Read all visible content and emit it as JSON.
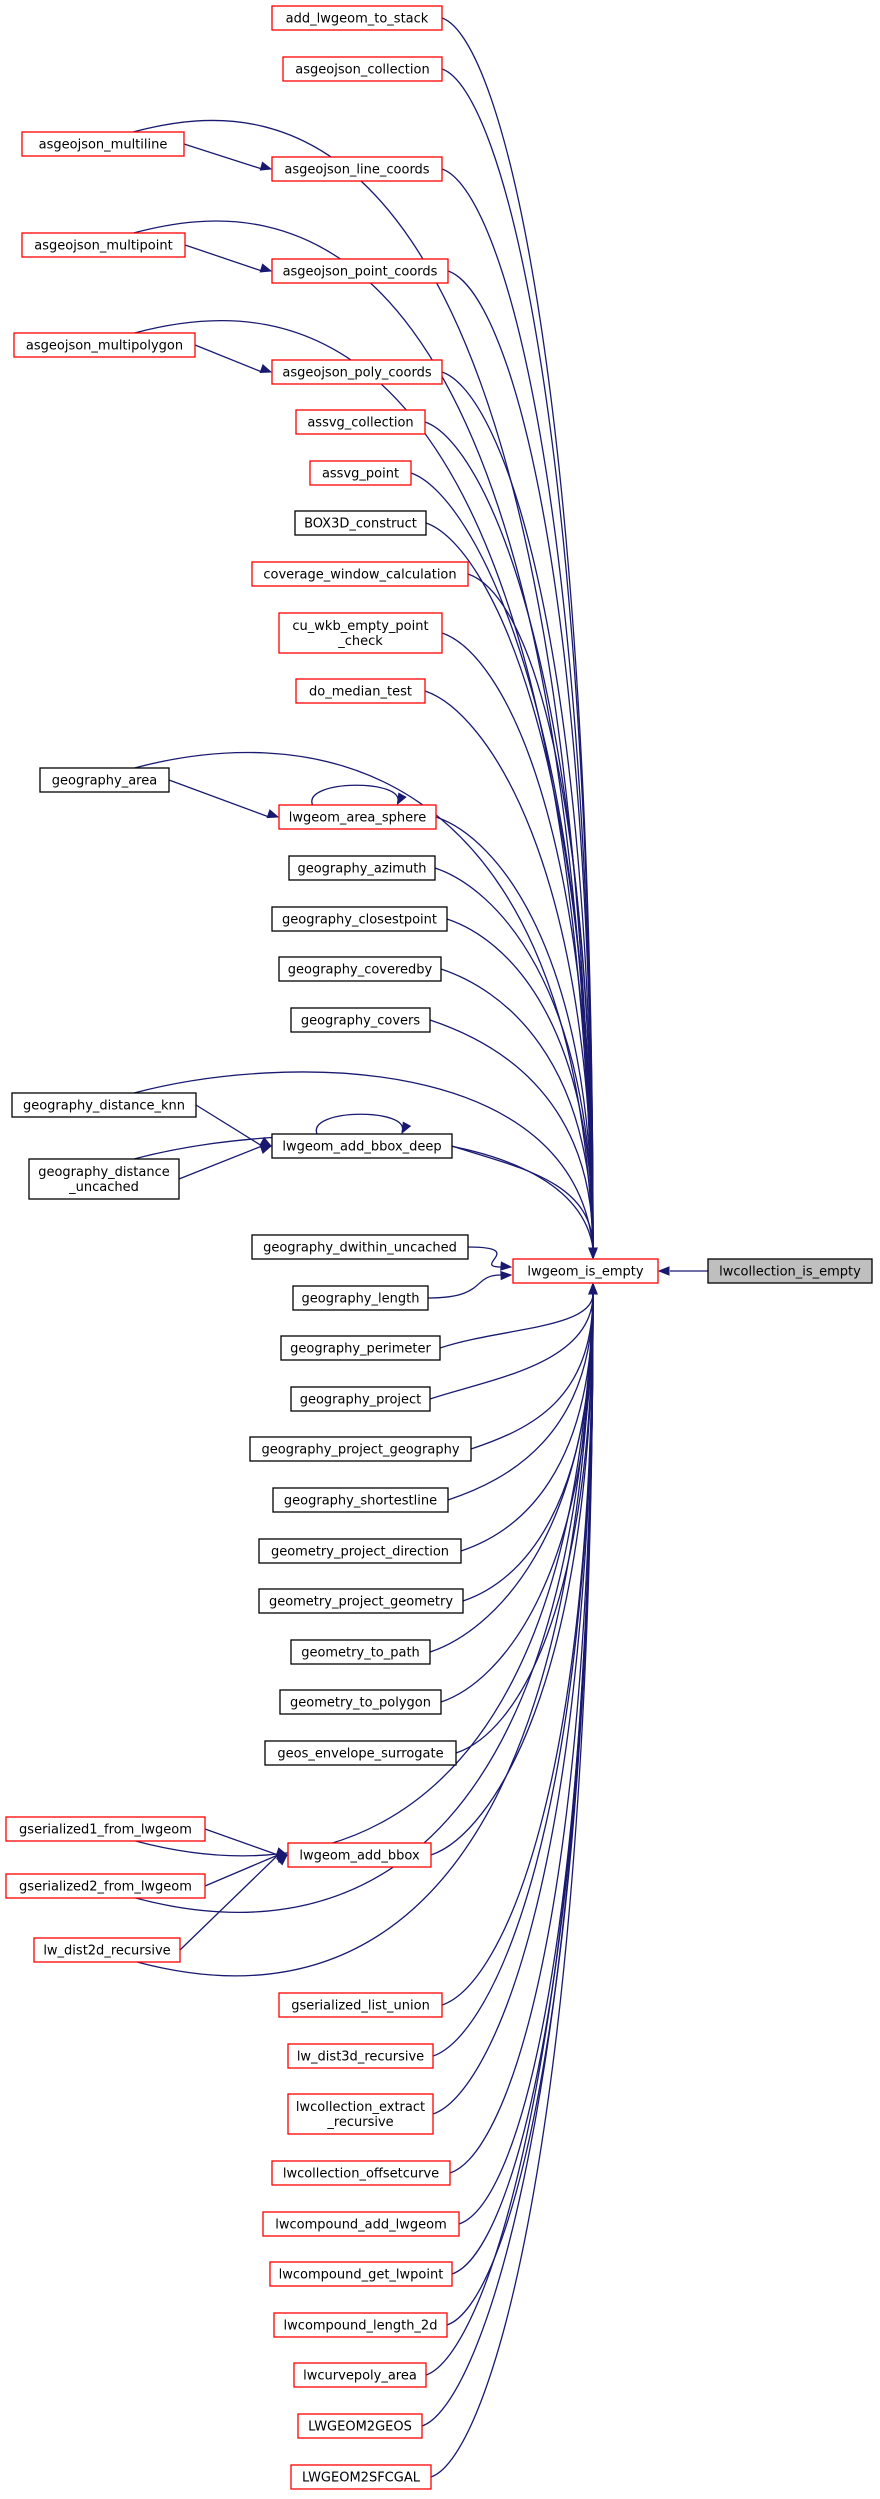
{
  "graph": {
    "focus": "lwcollection_is_empty",
    "hub": "lwgeom_is_empty",
    "colors": {
      "edge": "#191970",
      "documented_border": "#ff0000",
      "undocumented_border": "#000000",
      "focus_fill": "#bfbfbf"
    },
    "nodes": {
      "add_lwgeom_to_stack": {
        "lines": [
          "add_lwgeom_to_stack"
        ],
        "border": "red"
      },
      "asgeojson_collection": {
        "lines": [
          "asgeojson_collection"
        ],
        "border": "red"
      },
      "asgeojson_multiline": {
        "lines": [
          "asgeojson_multiline"
        ],
        "border": "red"
      },
      "asgeojson_line_coords": {
        "lines": [
          "asgeojson_line_coords"
        ],
        "border": "red"
      },
      "asgeojson_multipoint": {
        "lines": [
          "asgeojson_multipoint"
        ],
        "border": "red"
      },
      "asgeojson_point_coords": {
        "lines": [
          "asgeojson_point_coords"
        ],
        "border": "red"
      },
      "asgeojson_multipolygon": {
        "lines": [
          "asgeojson_multipolygon"
        ],
        "border": "red"
      },
      "asgeojson_poly_coords": {
        "lines": [
          "asgeojson_poly_coords"
        ],
        "border": "red"
      },
      "assvg_collection": {
        "lines": [
          "assvg_collection"
        ],
        "border": "red"
      },
      "assvg_point": {
        "lines": [
          "assvg_point"
        ],
        "border": "red"
      },
      "BOX3D_construct": {
        "lines": [
          "BOX3D_construct"
        ],
        "border": "black"
      },
      "coverage_window_calculation": {
        "lines": [
          "coverage_window_calculation"
        ],
        "border": "red"
      },
      "cu_wkb_empty_point_check": {
        "lines": [
          "cu_wkb_empty_point",
          "_check"
        ],
        "border": "red"
      },
      "do_median_test": {
        "lines": [
          "do_median_test"
        ],
        "border": "red"
      },
      "geography_area": {
        "lines": [
          "geography_area"
        ],
        "border": "black"
      },
      "lwgeom_area_sphere": {
        "lines": [
          "lwgeom_area_sphere"
        ],
        "border": "red"
      },
      "geography_azimuth": {
        "lines": [
          "geography_azimuth"
        ],
        "border": "black"
      },
      "geography_closestpoint": {
        "lines": [
          "geography_closestpoint"
        ],
        "border": "black"
      },
      "geography_coveredby": {
        "lines": [
          "geography_coveredby"
        ],
        "border": "black"
      },
      "geography_covers": {
        "lines": [
          "geography_covers"
        ],
        "border": "black"
      },
      "geography_distance_knn": {
        "lines": [
          "geography_distance_knn"
        ],
        "border": "black"
      },
      "lwgeom_add_bbox_deep": {
        "lines": [
          "lwgeom_add_bbox_deep"
        ],
        "border": "black"
      },
      "geography_distance_uncached": {
        "lines": [
          "geography_distance",
          "_uncached"
        ],
        "border": "black"
      },
      "geography_dwithin_uncached": {
        "lines": [
          "geography_dwithin_uncached"
        ],
        "border": "black"
      },
      "lwgeom_is_empty": {
        "lines": [
          "lwgeom_is_empty"
        ],
        "border": "red"
      },
      "lwcollection_is_empty": {
        "lines": [
          "lwcollection_is_empty"
        ],
        "border": "focus"
      },
      "geography_length": {
        "lines": [
          "geography_length"
        ],
        "border": "black"
      },
      "geography_perimeter": {
        "lines": [
          "geography_perimeter"
        ],
        "border": "black"
      },
      "geography_project": {
        "lines": [
          "geography_project"
        ],
        "border": "black"
      },
      "geography_project_geography": {
        "lines": [
          "geography_project_geography"
        ],
        "border": "black"
      },
      "geography_shortestline": {
        "lines": [
          "geography_shortestline"
        ],
        "border": "black"
      },
      "geometry_project_direction": {
        "lines": [
          "geometry_project_direction"
        ],
        "border": "black"
      },
      "geometry_project_geometry": {
        "lines": [
          "geometry_project_geometry"
        ],
        "border": "black"
      },
      "geometry_to_path": {
        "lines": [
          "geometry_to_path"
        ],
        "border": "black"
      },
      "geometry_to_polygon": {
        "lines": [
          "geometry_to_polygon"
        ],
        "border": "black"
      },
      "geos_envelope_surrogate": {
        "lines": [
          "geos_envelope_surrogate"
        ],
        "border": "black"
      },
      "gserialized1_from_lwgeom": {
        "lines": [
          "gserialized1_from_lwgeom"
        ],
        "border": "red"
      },
      "lwgeom_add_bbox": {
        "lines": [
          "lwgeom_add_bbox"
        ],
        "border": "red"
      },
      "gserialized2_from_lwgeom": {
        "lines": [
          "gserialized2_from_lwgeom"
        ],
        "border": "red"
      },
      "lw_dist2d_recursive": {
        "lines": [
          "lw_dist2d_recursive"
        ],
        "border": "red"
      },
      "gserialized_list_union": {
        "lines": [
          "gserialized_list_union"
        ],
        "border": "red"
      },
      "lw_dist3d_recursive": {
        "lines": [
          "lw_dist3d_recursive"
        ],
        "border": "red"
      },
      "lwcollection_extract_recursive": {
        "lines": [
          "lwcollection_extract",
          "_recursive"
        ],
        "border": "red"
      },
      "lwcollection_offsetcurve": {
        "lines": [
          "lwcollection_offsetcurve"
        ],
        "border": "red"
      },
      "lwcompound_add_lwgeom": {
        "lines": [
          "lwcompound_add_lwgeom"
        ],
        "border": "red"
      },
      "lwcompound_get_lwpoint": {
        "lines": [
          "lwcompound_get_lwpoint"
        ],
        "border": "red"
      },
      "lwcompound_length_2d": {
        "lines": [
          "lwcompound_length_2d"
        ],
        "border": "red"
      },
      "lwcurvepoly_area": {
        "lines": [
          "lwcurvepoly_area"
        ],
        "border": "red"
      },
      "LWGEOM2GEOS": {
        "lines": [
          "LWGEOM2GEOS"
        ],
        "border": "red"
      },
      "LWGEOM2SFCGAL": {
        "lines": [
          "LWGEOM2SFCGAL"
        ],
        "border": "red"
      }
    },
    "edges": [
      [
        "lwgeom_is_empty",
        "lwcollection_is_empty"
      ],
      [
        "add_lwgeom_to_stack",
        "lwgeom_is_empty"
      ],
      [
        "asgeojson_collection",
        "lwgeom_is_empty"
      ],
      [
        "asgeojson_multiline",
        "lwgeom_is_empty"
      ],
      [
        "asgeojson_multiline",
        "asgeojson_line_coords"
      ],
      [
        "asgeojson_line_coords",
        "lwgeom_is_empty"
      ],
      [
        "asgeojson_multipoint",
        "lwgeom_is_empty"
      ],
      [
        "asgeojson_multipoint",
        "asgeojson_point_coords"
      ],
      [
        "asgeojson_point_coords",
        "lwgeom_is_empty"
      ],
      [
        "asgeojson_multipolygon",
        "lwgeom_is_empty"
      ],
      [
        "asgeojson_multipolygon",
        "asgeojson_poly_coords"
      ],
      [
        "asgeojson_poly_coords",
        "lwgeom_is_empty"
      ],
      [
        "assvg_collection",
        "lwgeom_is_empty"
      ],
      [
        "assvg_point",
        "lwgeom_is_empty"
      ],
      [
        "BOX3D_construct",
        "lwgeom_is_empty"
      ],
      [
        "coverage_window_calculation",
        "lwgeom_is_empty"
      ],
      [
        "cu_wkb_empty_point_check",
        "lwgeom_is_empty"
      ],
      [
        "do_median_test",
        "lwgeom_is_empty"
      ],
      [
        "geography_area",
        "lwgeom_is_empty"
      ],
      [
        "geography_area",
        "lwgeom_area_sphere"
      ],
      [
        "lwgeom_area_sphere",
        "lwgeom_area_sphere"
      ],
      [
        "lwgeom_area_sphere",
        "lwgeom_is_empty"
      ],
      [
        "geography_azimuth",
        "lwgeom_is_empty"
      ],
      [
        "geography_closestpoint",
        "lwgeom_is_empty"
      ],
      [
        "geography_coveredby",
        "lwgeom_is_empty"
      ],
      [
        "geography_covers",
        "lwgeom_is_empty"
      ],
      [
        "geography_distance_knn",
        "lwgeom_is_empty"
      ],
      [
        "geography_distance_knn",
        "lwgeom_add_bbox_deep"
      ],
      [
        "lwgeom_add_bbox_deep",
        "lwgeom_add_bbox_deep"
      ],
      [
        "lwgeom_add_bbox_deep",
        "lwgeom_is_empty"
      ],
      [
        "geography_distance_uncached",
        "lwgeom_add_bbox_deep"
      ],
      [
        "geography_distance_uncached",
        "lwgeom_is_empty"
      ],
      [
        "geography_dwithin_uncached",
        "lwgeom_is_empty"
      ],
      [
        "geography_length",
        "lwgeom_is_empty"
      ],
      [
        "geography_perimeter",
        "lwgeom_is_empty"
      ],
      [
        "geography_project",
        "lwgeom_is_empty"
      ],
      [
        "geography_project_geography",
        "lwgeom_is_empty"
      ],
      [
        "geography_shortestline",
        "lwgeom_is_empty"
      ],
      [
        "geometry_project_direction",
        "lwgeom_is_empty"
      ],
      [
        "geometry_project_geometry",
        "lwgeom_is_empty"
      ],
      [
        "geometry_to_path",
        "lwgeom_is_empty"
      ],
      [
        "geometry_to_polygon",
        "lwgeom_is_empty"
      ],
      [
        "geos_envelope_surrogate",
        "lwgeom_is_empty"
      ],
      [
        "gserialized1_from_lwgeom",
        "lwgeom_is_empty"
      ],
      [
        "gserialized1_from_lwgeom",
        "lwgeom_add_bbox"
      ],
      [
        "gserialized2_from_lwgeom",
        "lwgeom_add_bbox"
      ],
      [
        "gserialized2_from_lwgeom",
        "lwgeom_is_empty"
      ],
      [
        "lw_dist2d_recursive",
        "lwgeom_add_bbox"
      ],
      [
        "lw_dist2d_recursive",
        "lwgeom_is_empty"
      ],
      [
        "lwgeom_add_bbox",
        "lwgeom_is_empty"
      ],
      [
        "gserialized_list_union",
        "lwgeom_is_empty"
      ],
      [
        "lw_dist3d_recursive",
        "lwgeom_is_empty"
      ],
      [
        "lwcollection_extract_recursive",
        "lwgeom_is_empty"
      ],
      [
        "lwcollection_offsetcurve",
        "lwgeom_is_empty"
      ],
      [
        "lwcompound_add_lwgeom",
        "lwgeom_is_empty"
      ],
      [
        "lwcompound_get_lwpoint",
        "lwgeom_is_empty"
      ],
      [
        "lwcompound_length_2d",
        "lwgeom_is_empty"
      ],
      [
        "lwcurvepoly_area",
        "lwgeom_is_empty"
      ],
      [
        "LWGEOM2GEOS",
        "lwgeom_is_empty"
      ],
      [
        "LWGEOM2SFCGAL",
        "lwgeom_is_empty"
      ]
    ]
  }
}
